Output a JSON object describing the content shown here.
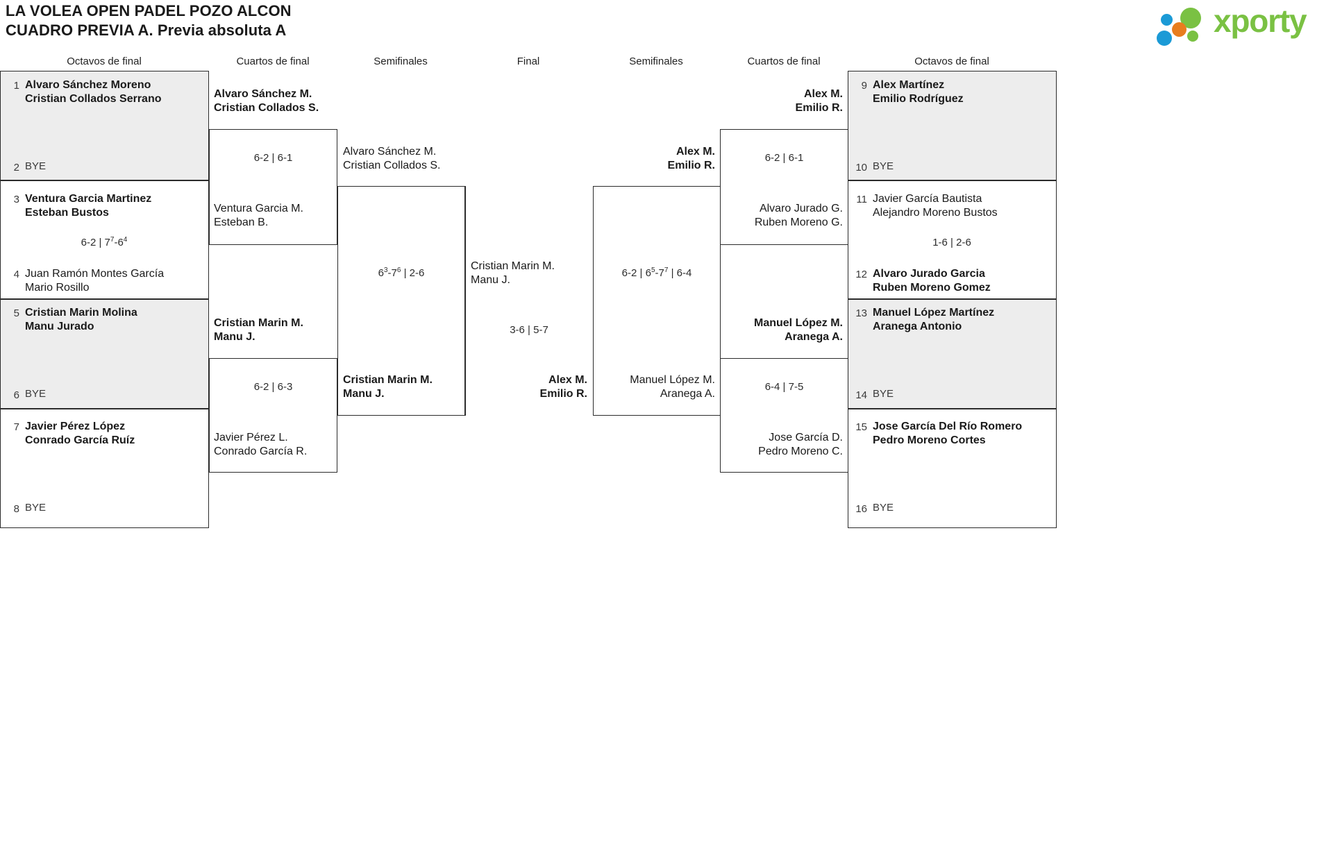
{
  "header": {
    "title_line1": "LA VOLEA OPEN PADEL POZO ALCON",
    "title_line2": "CUADRO PREVIA A. Previa absoluta A",
    "logo_text": "xporty",
    "logo_colors": {
      "green": "#7ac143",
      "blue": "#1b9ad6",
      "orange": "#e87d1e"
    }
  },
  "rounds": {
    "left_r16": "Octavos de final",
    "left_qf": "Cuartos de final",
    "left_sf": "Semifinales",
    "final": "Final",
    "right_sf": "Semifinales",
    "right_qf": "Cuartos de final",
    "right_r16": "Octavos de final"
  },
  "left_r16": [
    {
      "seed": "1",
      "line1": "Alvaro Sánchez Moreno",
      "line2": "Cristian Collados Serrano",
      "winner": true,
      "bye": false
    },
    {
      "seed": "2",
      "line1": "BYE",
      "line2": "",
      "winner": false,
      "bye": true
    },
    {
      "seed": "3",
      "line1": "Ventura Garcia Martinez",
      "line2": "Esteban Bustos",
      "winner": true,
      "bye": false
    },
    {
      "seed": "4",
      "line1": "Juan Ramón Montes García",
      "line2": "Mario Rosillo",
      "winner": false,
      "bye": false
    },
    {
      "seed": "5",
      "line1": "Cristian Marin Molina",
      "line2": "Manu Jurado",
      "winner": true,
      "bye": false
    },
    {
      "seed": "6",
      "line1": "BYE",
      "line2": "",
      "winner": false,
      "bye": true
    },
    {
      "seed": "7",
      "line1": "Javier Pérez López",
      "line2": "Conrado García Ruíz",
      "winner": true,
      "bye": false
    },
    {
      "seed": "8",
      "line1": "BYE",
      "line2": "",
      "winner": false,
      "bye": true
    }
  ],
  "right_r16": [
    {
      "seed": "9",
      "line1": "Alex Martínez",
      "line2": "Emilio Rodríguez",
      "winner": true,
      "bye": false
    },
    {
      "seed": "10",
      "line1": "BYE",
      "line2": "",
      "winner": false,
      "bye": true
    },
    {
      "seed": "11",
      "line1": "Javier García Bautista",
      "line2": "Alejandro Moreno Bustos",
      "winner": false,
      "bye": false
    },
    {
      "seed": "12",
      "line1": "Alvaro Jurado Garcia",
      "line2": "Ruben Moreno Gomez",
      "winner": true,
      "bye": false
    },
    {
      "seed": "13",
      "line1": "Manuel López Martínez",
      "line2": "Aranega Antonio",
      "winner": true,
      "bye": false
    },
    {
      "seed": "14",
      "line1": "BYE",
      "line2": "",
      "winner": false,
      "bye": true
    },
    {
      "seed": "15",
      "line1": "Jose García Del Río Romero",
      "line2": "Pedro Moreno Cortes",
      "winner": true,
      "bye": false
    },
    {
      "seed": "16",
      "line1": "BYE",
      "line2": "",
      "winner": false,
      "bye": true
    }
  ],
  "left_r16_scores": {
    "m1": "",
    "m2_a": "6-2 | 7",
    "m2_sup1": "7",
    "m2_b": "-6",
    "m2_sup2": "4",
    "m3": "",
    "m4": ""
  },
  "left_qf": {
    "top_winner_l1": "Alvaro Sánchez M.",
    "top_winner_l2": "Cristian Collados S.",
    "top_loser_l1": "Ventura Garcia M.",
    "top_loser_l2": "Esteban B.",
    "top_score": "6-2 | 6-1",
    "bot_winner_l1": "Cristian Marin M.",
    "bot_winner_l2": "Manu J.",
    "bot_loser_l1": "Javier Pérez L.",
    "bot_loser_l2": "Conrado García R.",
    "bot_score": "6-2 | 6-3"
  },
  "left_sf": {
    "top_l1": "Alvaro Sánchez M.",
    "top_l2": "Cristian Collados S.",
    "bot_l1": "Cristian Marin M.",
    "bot_l2": "Manu J.",
    "score_a": "6",
    "score_sup1": "3",
    "score_b": "-7",
    "score_sup2": "6",
    "score_c": " | 2-6"
  },
  "final": {
    "left_l1": "Cristian Marin M.",
    "left_l2": "Manu J.",
    "right_l1": "Alex M.",
    "right_l2": "Emilio R.",
    "score": "3-6 | 5-7"
  },
  "right_sf": {
    "top_l1": "Alex M.",
    "top_l2": "Emilio R.",
    "bot_l1": "Manuel López M.",
    "bot_l2": "Aranega A.",
    "score_a": "6-2 | 6",
    "score_sup1": "5",
    "score_b": "-7",
    "score_sup2": "7",
    "score_c": " | 6-4"
  },
  "right_qf": {
    "top_winner_l1": "Alex M.",
    "top_winner_l2": "Emilio R.",
    "top_loser_l1": "Alvaro Jurado G.",
    "top_loser_l2": "Ruben Moreno G.",
    "top_score": "6-2 | 6-1",
    "bot_winner_l1": "Manuel López M.",
    "bot_winner_l2": "Aranega A.",
    "bot_loser_l1": "Jose García D.",
    "bot_loser_l2": "Pedro Moreno C.",
    "bot_score": "6-4 | 7-5"
  },
  "right_r16_scores": {
    "m3_score": "1-6 | 2-6"
  }
}
